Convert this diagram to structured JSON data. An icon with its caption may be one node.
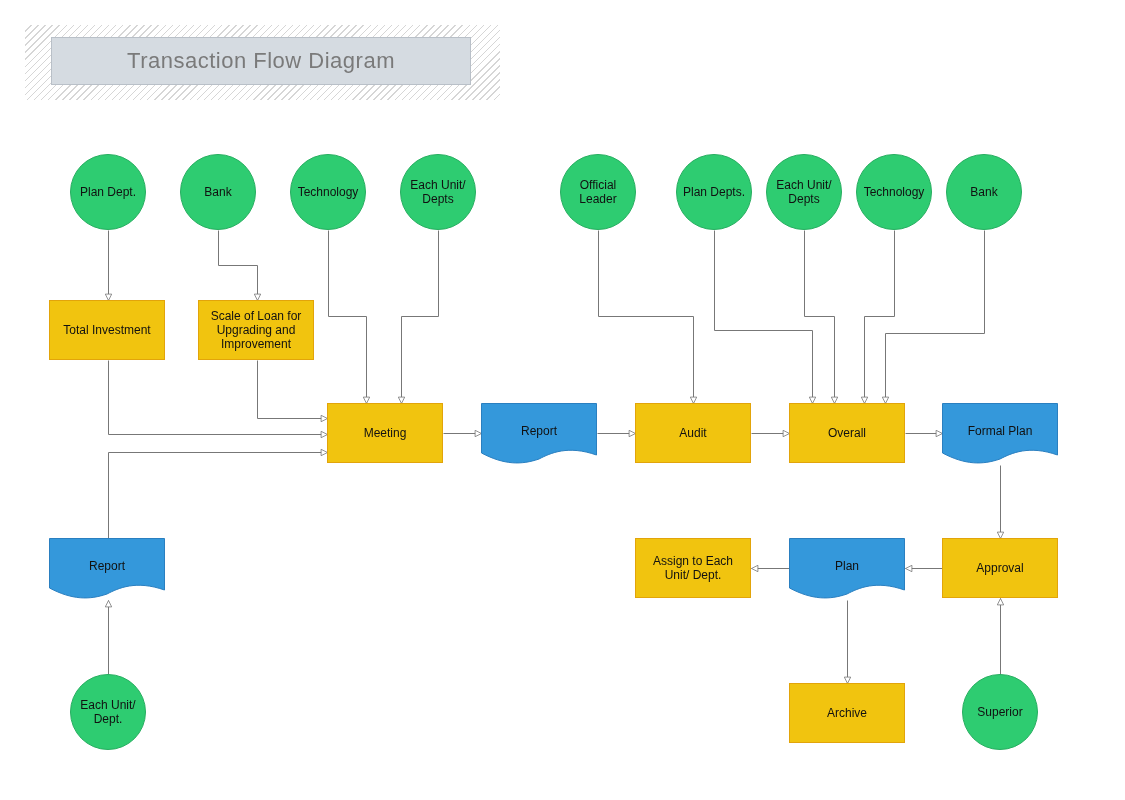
{
  "diagram": {
    "title": "Transaction Flow Diagram",
    "nodes": [
      {
        "text": [
          "Plan Dept."
        ]
      },
      {
        "text": [
          "Bank"
        ]
      },
      {
        "text": [
          "Technology"
        ]
      },
      {
        "text": [
          "Each Unit/ Depts"
        ]
      },
      {
        "text": [
          "Official Leader"
        ]
      },
      {
        "text": [
          "Plan Depts."
        ]
      },
      {
        "text": [
          "Each Unit/ Depts"
        ]
      },
      {
        "text": [
          "Technology"
        ]
      },
      {
        "text": [
          "Bank"
        ]
      },
      {
        "text": [
          "Total Investment"
        ]
      },
      {
        "text": [
          "Scale of Loan for Upgrading and Improvement"
        ]
      },
      {
        "text": [
          "Meeting"
        ]
      },
      {
        "text": [
          "Report"
        ]
      },
      {
        "text": [
          "Audit"
        ]
      },
      {
        "text": [
          "Overall"
        ]
      },
      {
        "text": [
          "Formal Plan"
        ]
      },
      {
        "text": [
          "Report"
        ]
      },
      {
        "text": [
          "Assign to Each Unit/ Dept."
        ]
      },
      {
        "text": [
          "Plan"
        ]
      },
      {
        "text": [
          "Approval"
        ]
      },
      {
        "text": [
          "Each Unit/ Dept."
        ]
      },
      {
        "text": [
          "Archive"
        ]
      },
      {
        "text": [
          "Superior"
        ]
      }
    ],
    "edges": [
      {
        "from": 0,
        "to": 9,
        "arrow": "to"
      },
      {
        "from": 1,
        "to": 10,
        "arrow": "to"
      },
      {
        "from": 2,
        "to": 11,
        "arrow": "to"
      },
      {
        "from": 3,
        "to": 11,
        "arrow": "to"
      },
      {
        "from": 9,
        "to": 11,
        "arrow": "to"
      },
      {
        "from": 10,
        "to": 11,
        "arrow": "to"
      },
      {
        "from": 16,
        "to": 11,
        "arrow": "to"
      },
      {
        "from": 11,
        "to": 12,
        "arrow": "to"
      },
      {
        "from": 12,
        "to": 13,
        "arrow": "to"
      },
      {
        "from": 13,
        "to": 14,
        "arrow": "to"
      },
      {
        "from": 14,
        "to": 15,
        "arrow": "to"
      },
      {
        "from": 4,
        "to": 13,
        "arrow": "to"
      },
      {
        "from": 5,
        "to": 14,
        "arrow": "to"
      },
      {
        "from": 6,
        "to": 14,
        "arrow": "to"
      },
      {
        "from": 7,
        "to": 14,
        "arrow": "to"
      },
      {
        "from": 8,
        "to": 14,
        "arrow": "to"
      },
      {
        "from": 15,
        "to": 19,
        "arrow": "to"
      },
      {
        "from": 19,
        "to": 18,
        "arrow": "to"
      },
      {
        "from": 18,
        "to": 17,
        "arrow": "to"
      },
      {
        "from": 18,
        "to": 21,
        "arrow": "to"
      },
      {
        "from": 20,
        "to": 16,
        "arrow": "to"
      },
      {
        "from": 22,
        "to": 19,
        "arrow": "to"
      }
    ]
  }
}
